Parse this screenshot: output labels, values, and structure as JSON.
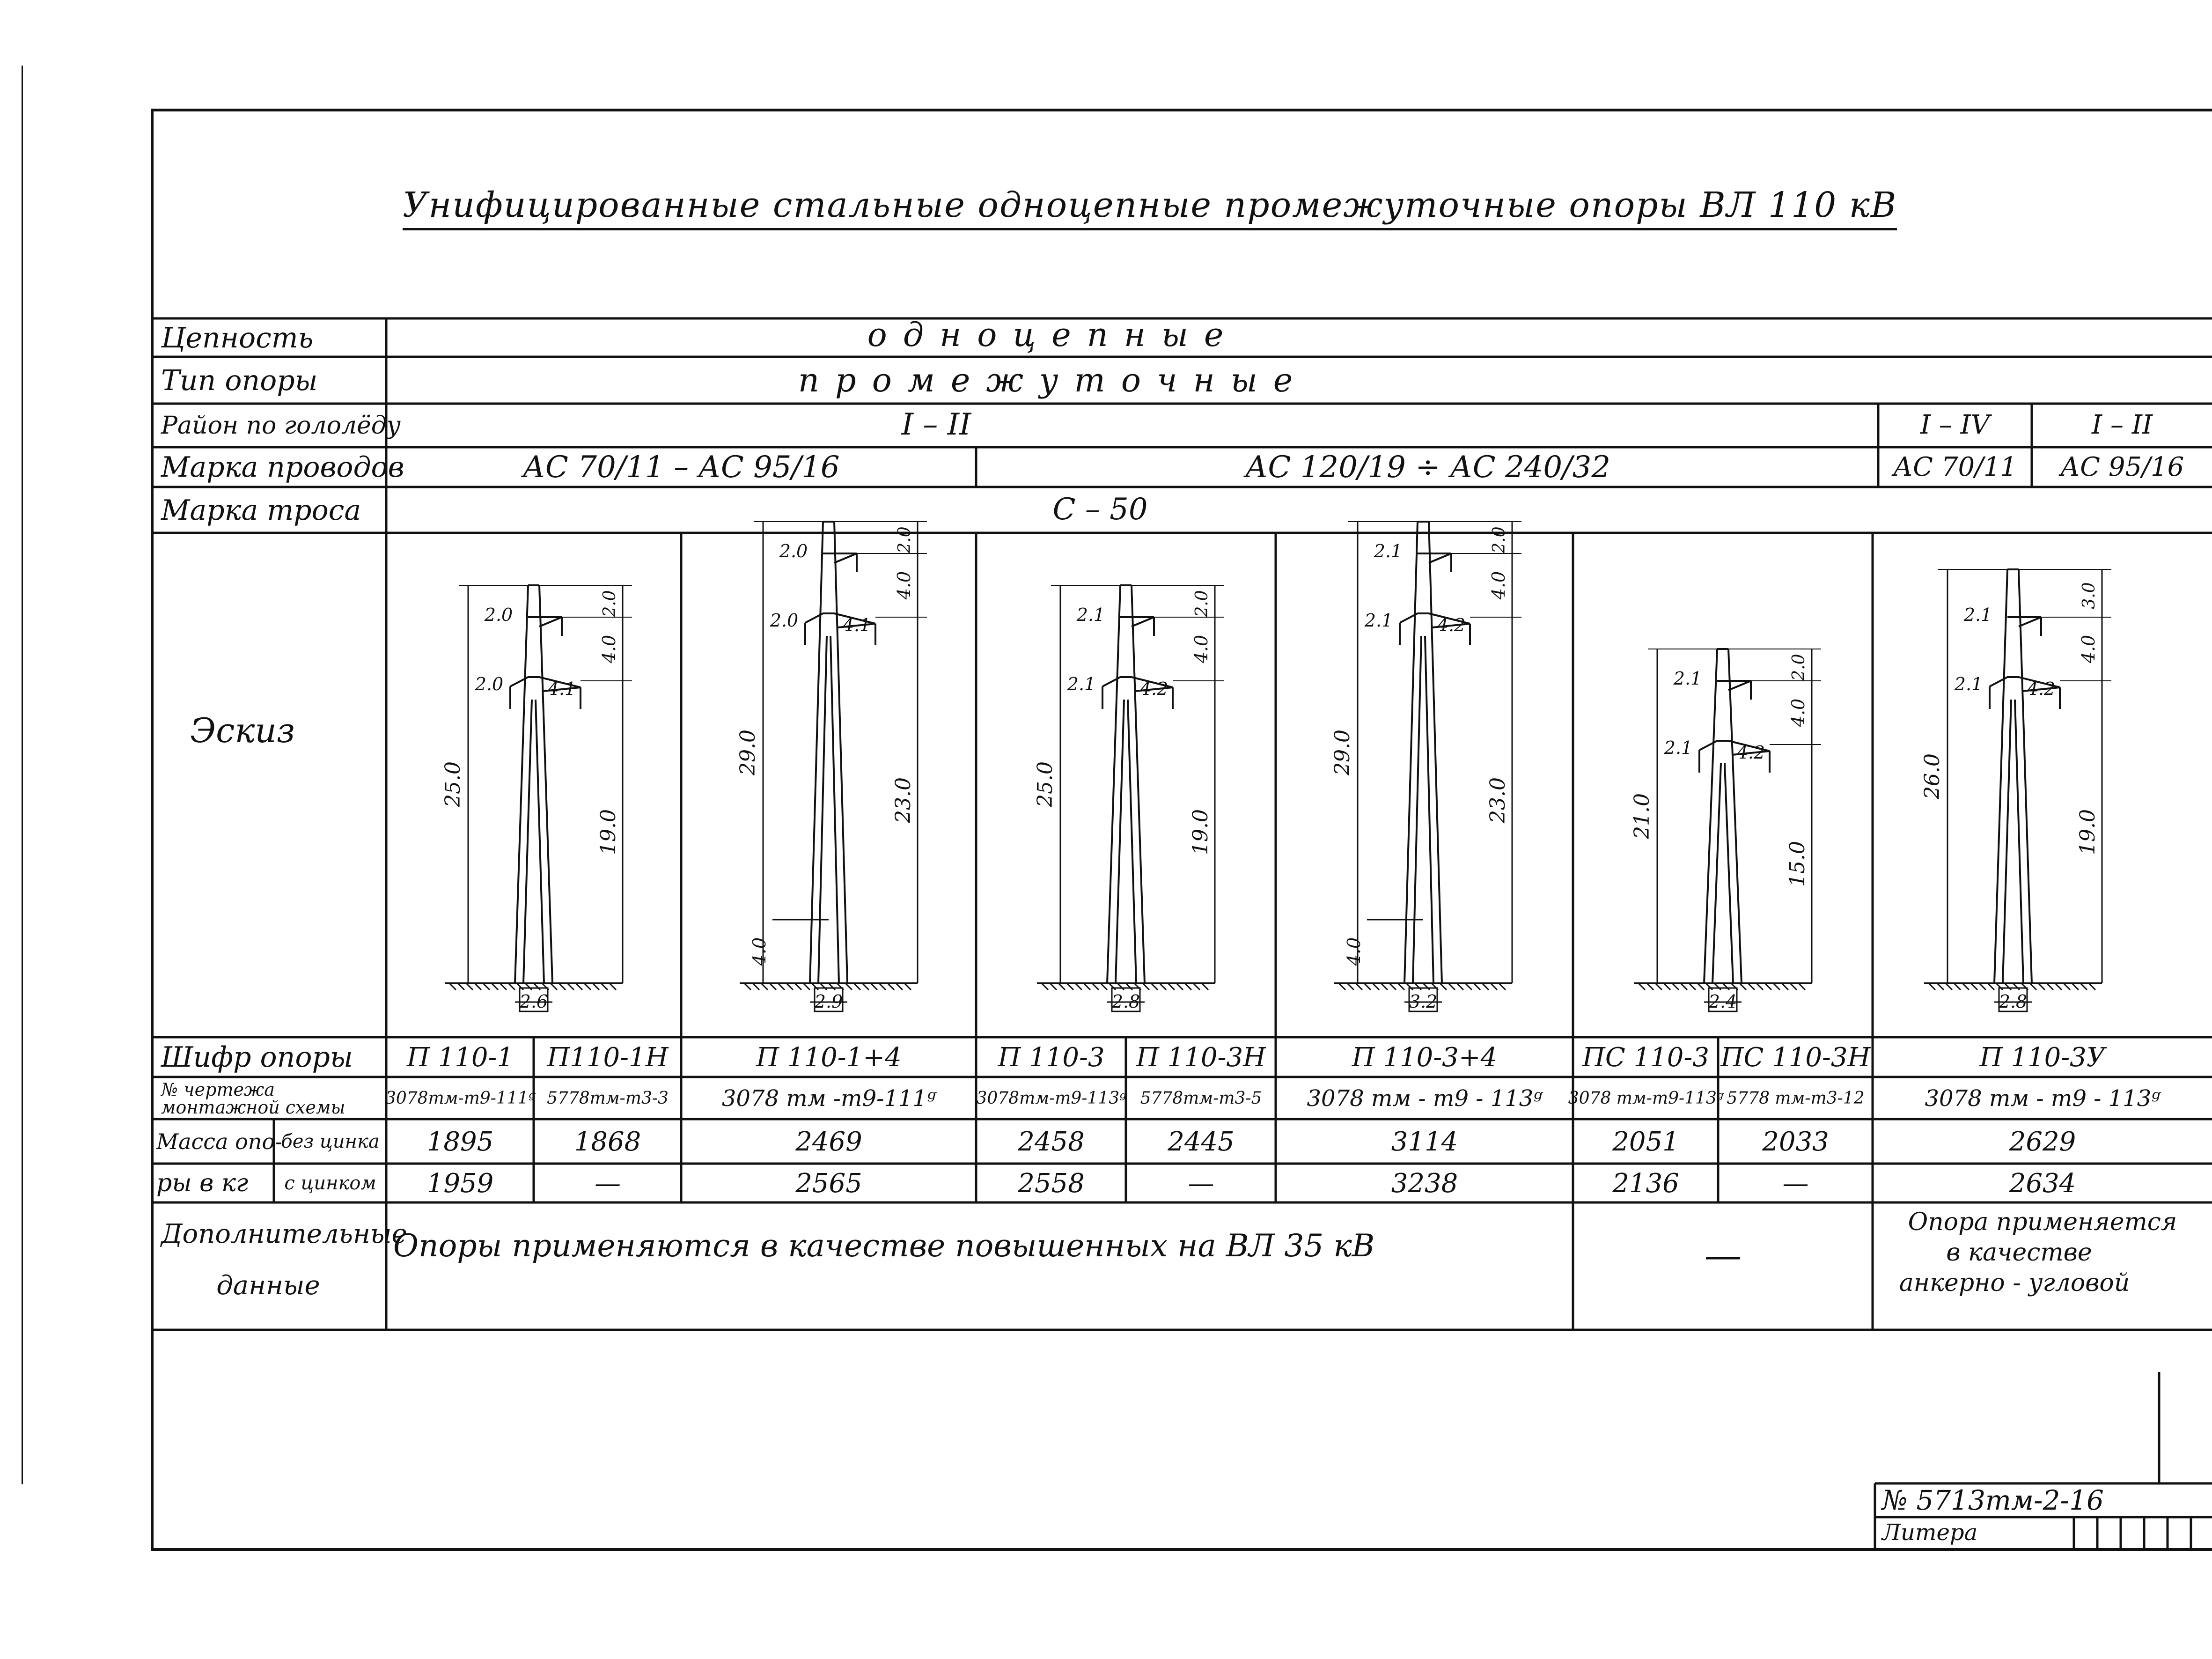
{
  "title": "Унифицированные стальные одноцепные промежуточные опоры ВЛ 110 кВ",
  "rows": {
    "chain": {
      "label": "Цепность",
      "value": "одноцепные"
    },
    "type": {
      "label": "Тип опоры",
      "value": "промежуточные"
    },
    "ice": {
      "label": "Район по гололёду",
      "values": [
        "I – II",
        "I – IV",
        "I – II"
      ]
    },
    "wire": {
      "label": "Марка проводов",
      "values": [
        "АС 70/11 – АС 95/16",
        "АС 120/19 ÷ АС 240/32",
        "АС 70/11",
        "АС 95/16"
      ]
    },
    "cable": {
      "label": "Марка троса",
      "value": "С – 50"
    },
    "sketch": {
      "label": "Эскиз"
    },
    "code": {
      "label": "Шифр опоры"
    },
    "drawing": {
      "label": "№ чертежа монтажной схемы"
    },
    "mass": {
      "label_a": "Масса опо-",
      "label_b": "ры в кг",
      "no_zinc": "без цинка",
      "zinc": "с цинком"
    },
    "extra": {
      "label_a": "Дополнительные",
      "label_b": "данные",
      "text1": "Опоры применяются в качестве повышенных на ВЛ 35 кВ",
      "dash": "—",
      "text3a": "Опора применяется",
      "text3b": "в качестве",
      "text3c": "анкерно - угловой"
    }
  },
  "columns": [
    {
      "code": "П 110-1",
      "drawing": "3078тм-т9-111ᵍ",
      "mass_bare": "1895",
      "mass_zinc": "1959"
    },
    {
      "code": "П110-1Н",
      "drawing": "5778тм-т3-3",
      "mass_bare": "1868",
      "mass_zinc": "—"
    },
    {
      "code": "П 110-1+4",
      "drawing": "3078 тм -т9-111ᵍ",
      "mass_bare": "2469",
      "mass_zinc": "2565"
    },
    {
      "code": "П 110-3",
      "drawing": "3078тм-т9-113ᵍ",
      "mass_bare": "2458",
      "mass_zinc": "2558"
    },
    {
      "code": "П 110-3Н",
      "drawing": "5778тм-т3-5",
      "mass_bare": "2445",
      "mass_zinc": "—"
    },
    {
      "code": "П 110-3+4",
      "drawing": "3078 тм - т9 - 113ᵍ",
      "mass_bare": "3114",
      "mass_zinc": "3238"
    },
    {
      "code": "ПС 110-3",
      "drawing": "3078 тм-т9-113ᵍ",
      "mass_bare": "2051",
      "mass_zinc": "2136"
    },
    {
      "code": "ПС 110-3Н",
      "drawing": "5778 тм-т3-12",
      "mass_bare": "2033",
      "mass_zinc": "—"
    },
    {
      "code": "П 110-3У",
      "drawing": "3078 тм - т9 - 113ᵍ",
      "mass_bare": "2629",
      "mass_zinc": "2634"
    }
  ],
  "sketches": [
    {
      "total": "25.0",
      "dims": [
        "2.0",
        "4.0",
        "19.0"
      ],
      "arms": [
        "2.0",
        "2.0",
        "4.1"
      ],
      "base": "2.6",
      "ext": ""
    },
    {
      "total": "29.0",
      "dims": [
        "2.0",
        "4.0",
        "23.0"
      ],
      "arms": [
        "2.0",
        "2.0",
        "4.1"
      ],
      "base": "2.9",
      "ext": "4.0"
    },
    {
      "total": "25.0",
      "dims": [
        "2.0",
        "4.0",
        "19.0"
      ],
      "arms": [
        "2.1",
        "2.1",
        "4.2"
      ],
      "base": "2.8",
      "ext": ""
    },
    {
      "total": "29.0",
      "dims": [
        "2.0",
        "4.0",
        "23.0"
      ],
      "arms": [
        "2.1",
        "2.1",
        "4.2"
      ],
      "base": "3.2",
      "ext": "4.0"
    },
    {
      "total": "21.0",
      "dims": [
        "2.0",
        "4.0",
        "15.0"
      ],
      "arms": [
        "2.1",
        "2.1",
        "4.2"
      ],
      "base": "2.4",
      "ext": ""
    },
    {
      "total": "26.0",
      "dims": [
        "3.0",
        "4.0",
        "19.0"
      ],
      "arms": [
        "2.1",
        "2.1",
        "4.2"
      ],
      "base": "2.8",
      "ext": ""
    }
  ],
  "stamp": {
    "number": "№ 5713тм-2-16",
    "litera": "Литера"
  }
}
